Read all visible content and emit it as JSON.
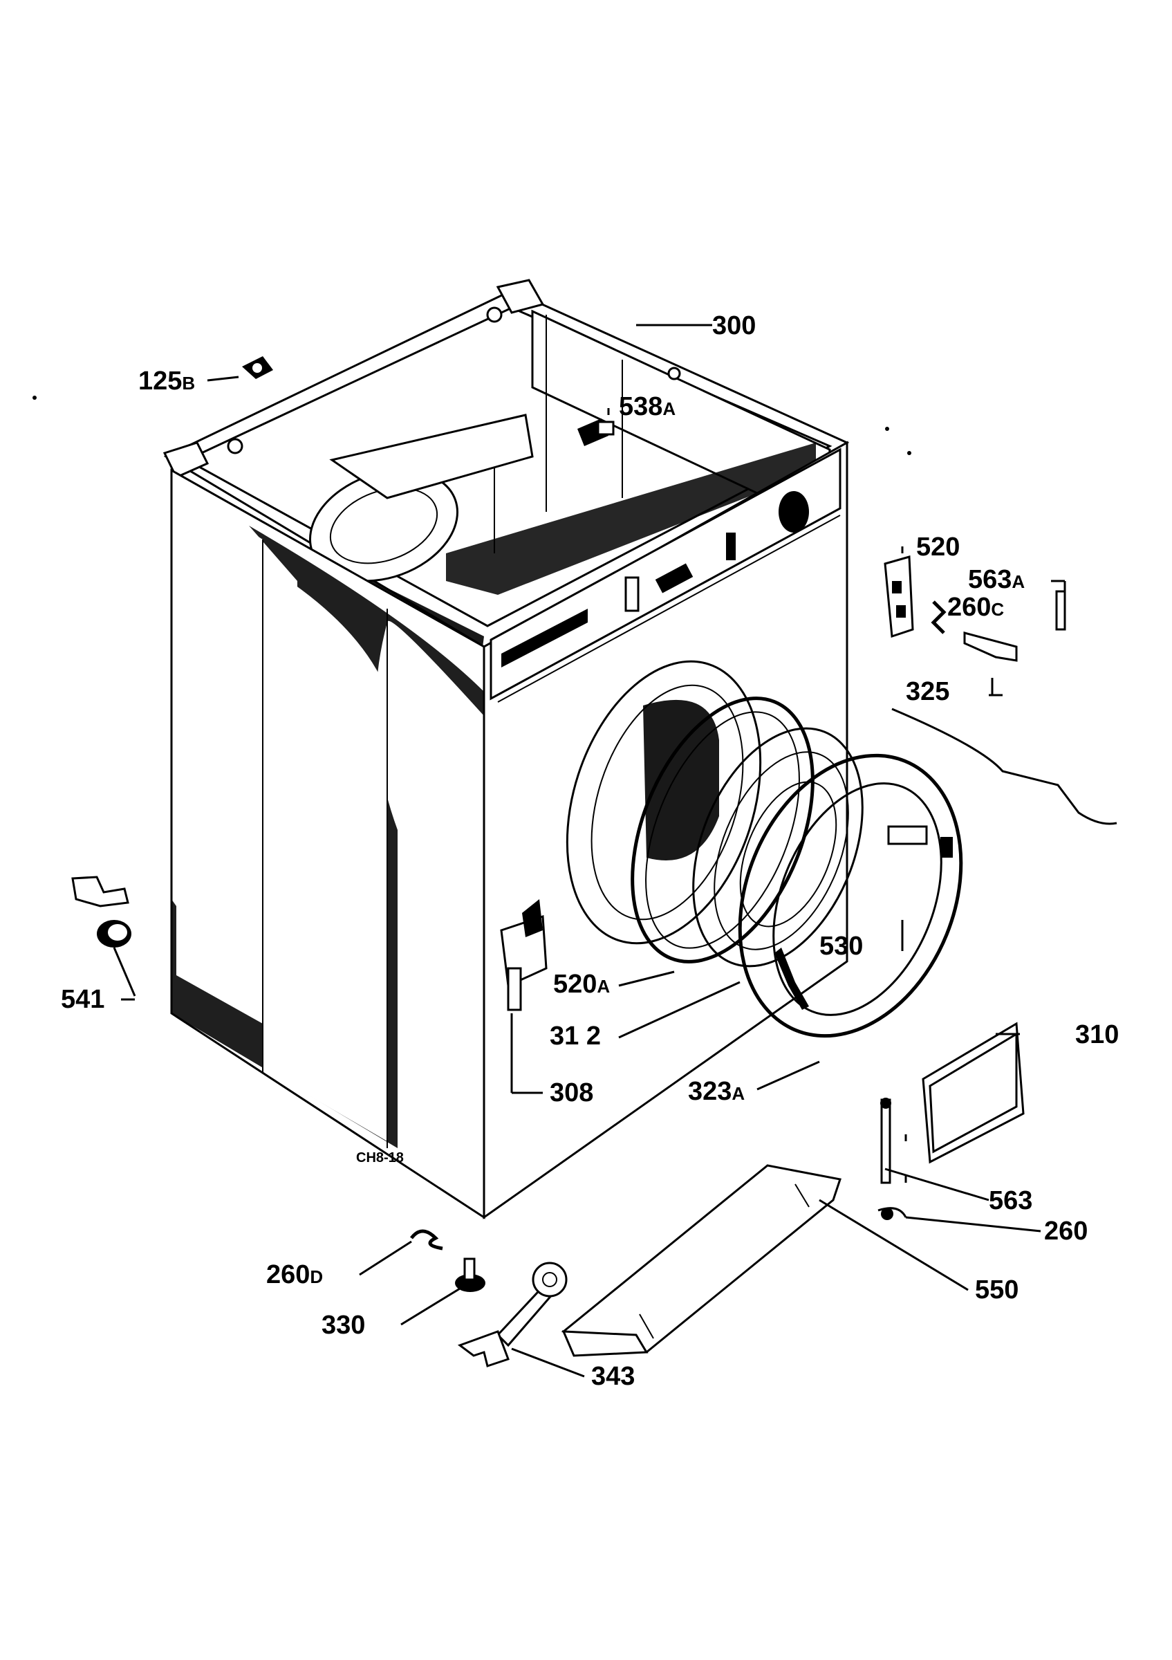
{
  "parts": [
    {
      "id": "p300",
      "num": "300",
      "suffix": ""
    },
    {
      "id": "p125b",
      "num": "125",
      "suffix": "B"
    },
    {
      "id": "p538a",
      "num": "538",
      "suffix": "A"
    },
    {
      "id": "p520",
      "num": "520",
      "suffix": ""
    },
    {
      "id": "p563a",
      "num": "563",
      "suffix": "A"
    },
    {
      "id": "p260c",
      "num": "260",
      "suffix": "C"
    },
    {
      "id": "p325",
      "num": "325",
      "suffix": ""
    },
    {
      "id": "p530",
      "num": "530",
      "suffix": ""
    },
    {
      "id": "p541",
      "num": "541",
      "suffix": ""
    },
    {
      "id": "p520a",
      "num": "520",
      "suffix": "A"
    },
    {
      "id": "p312",
      "num": "31 2",
      "suffix": ""
    },
    {
      "id": "p310",
      "num": "310",
      "suffix": ""
    },
    {
      "id": "p308",
      "num": "308",
      "suffix": ""
    },
    {
      "id": "p323a",
      "num": "323",
      "suffix": "A"
    },
    {
      "id": "p563",
      "num": "563",
      "suffix": ""
    },
    {
      "id": "p260",
      "num": "260",
      "suffix": ""
    },
    {
      "id": "p260d",
      "num": "260",
      "suffix": "D"
    },
    {
      "id": "p550",
      "num": "550",
      "suffix": ""
    },
    {
      "id": "p330",
      "num": "330",
      "suffix": ""
    },
    {
      "id": "p343",
      "num": "343",
      "suffix": ""
    }
  ],
  "drawing_code": "CH8-18"
}
